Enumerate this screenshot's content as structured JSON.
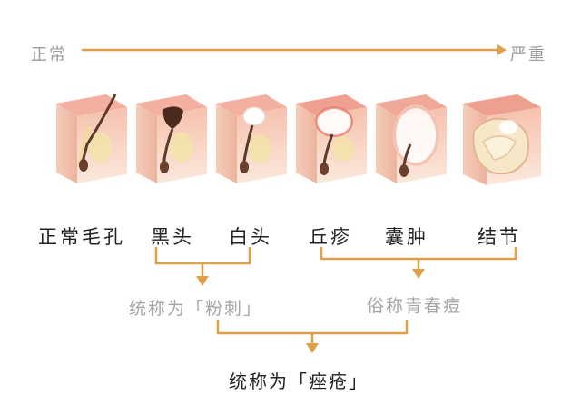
{
  "scale": {
    "start": "正常",
    "end": "严重"
  },
  "stages": [
    "正常毛孔",
    "黑头",
    "白头",
    "丘疹",
    "囊肿",
    "结节"
  ],
  "groups": {
    "comedones": "统称为「粉刺」",
    "pimples": "俗称青春痘"
  },
  "final": "统称为「痤疮」",
  "colors": {
    "arrow": "#e0a04a",
    "skin_top": "#f4b7a6",
    "skin_side": "#f7d6c4",
    "skin_front": "#fae3d4",
    "follicle": "#f1e3a8"
  },
  "icons": [
    "pore-normal-icon",
    "blackhead-icon",
    "whitehead-icon",
    "papule-icon",
    "cyst-icon",
    "nodule-icon"
  ]
}
